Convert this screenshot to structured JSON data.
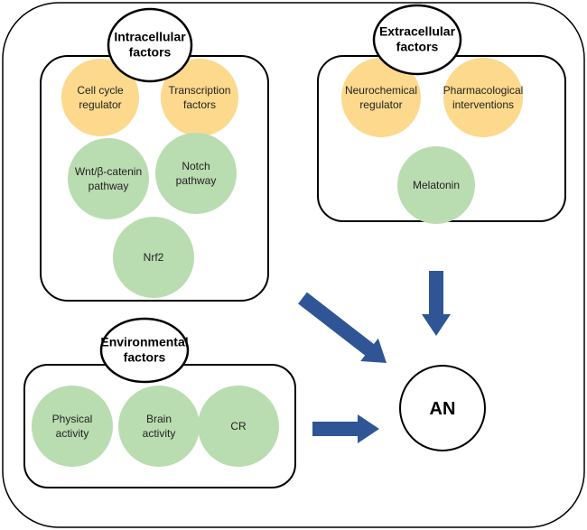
{
  "colors": {
    "regulator": "#fcd98c",
    "pathway": "#badcb1",
    "arrow": "#2f5597",
    "outline": "#000000"
  },
  "intracellular": {
    "title": [
      "Intracellular",
      "factors"
    ],
    "items": [
      {
        "lines": [
          "Cell cycle",
          "regulator"
        ],
        "kind": "regulator"
      },
      {
        "lines": [
          "Transcription",
          "factors"
        ],
        "kind": "regulator"
      },
      {
        "lines": [
          "Wnt/β-catenin",
          "pathway"
        ],
        "kind": "pathway"
      },
      {
        "lines": [
          "Notch",
          "pathway"
        ],
        "kind": "pathway"
      },
      {
        "lines": [
          "Nrf2"
        ],
        "kind": "pathway"
      }
    ]
  },
  "extracellular": {
    "title": [
      "Extracellular",
      "factors"
    ],
    "items": [
      {
        "lines": [
          "Neurochemical",
          "regulator"
        ],
        "kind": "regulator"
      },
      {
        "lines": [
          "Pharmacological",
          "interventions"
        ],
        "kind": "regulator"
      },
      {
        "lines": [
          "Melatonin"
        ],
        "kind": "pathway"
      }
    ]
  },
  "environmental": {
    "title": [
      "Environmental",
      "factors"
    ],
    "items": [
      {
        "lines": [
          "Physical",
          "activity"
        ],
        "kind": "pathway"
      },
      {
        "lines": [
          "Brain",
          "activity"
        ],
        "kind": "pathway"
      },
      {
        "lines": [
          "CR"
        ],
        "kind": "pathway"
      }
    ]
  },
  "target": {
    "label": "AN"
  }
}
